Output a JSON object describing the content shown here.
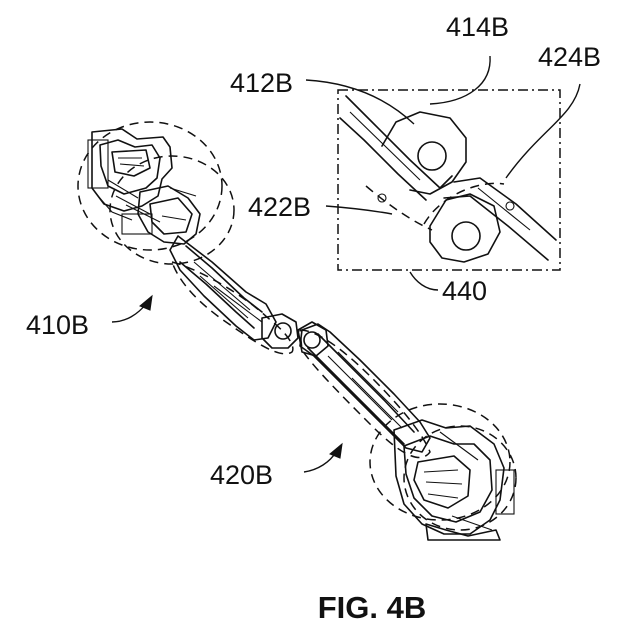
{
  "figure": {
    "caption": "FIG. 4B",
    "labels": {
      "ref_410B": "410B",
      "ref_420B": "420B",
      "ref_412B": "412B",
      "ref_414B": "414B",
      "ref_422B": "422B",
      "ref_424B": "424B",
      "ref_440": "440"
    }
  }
}
